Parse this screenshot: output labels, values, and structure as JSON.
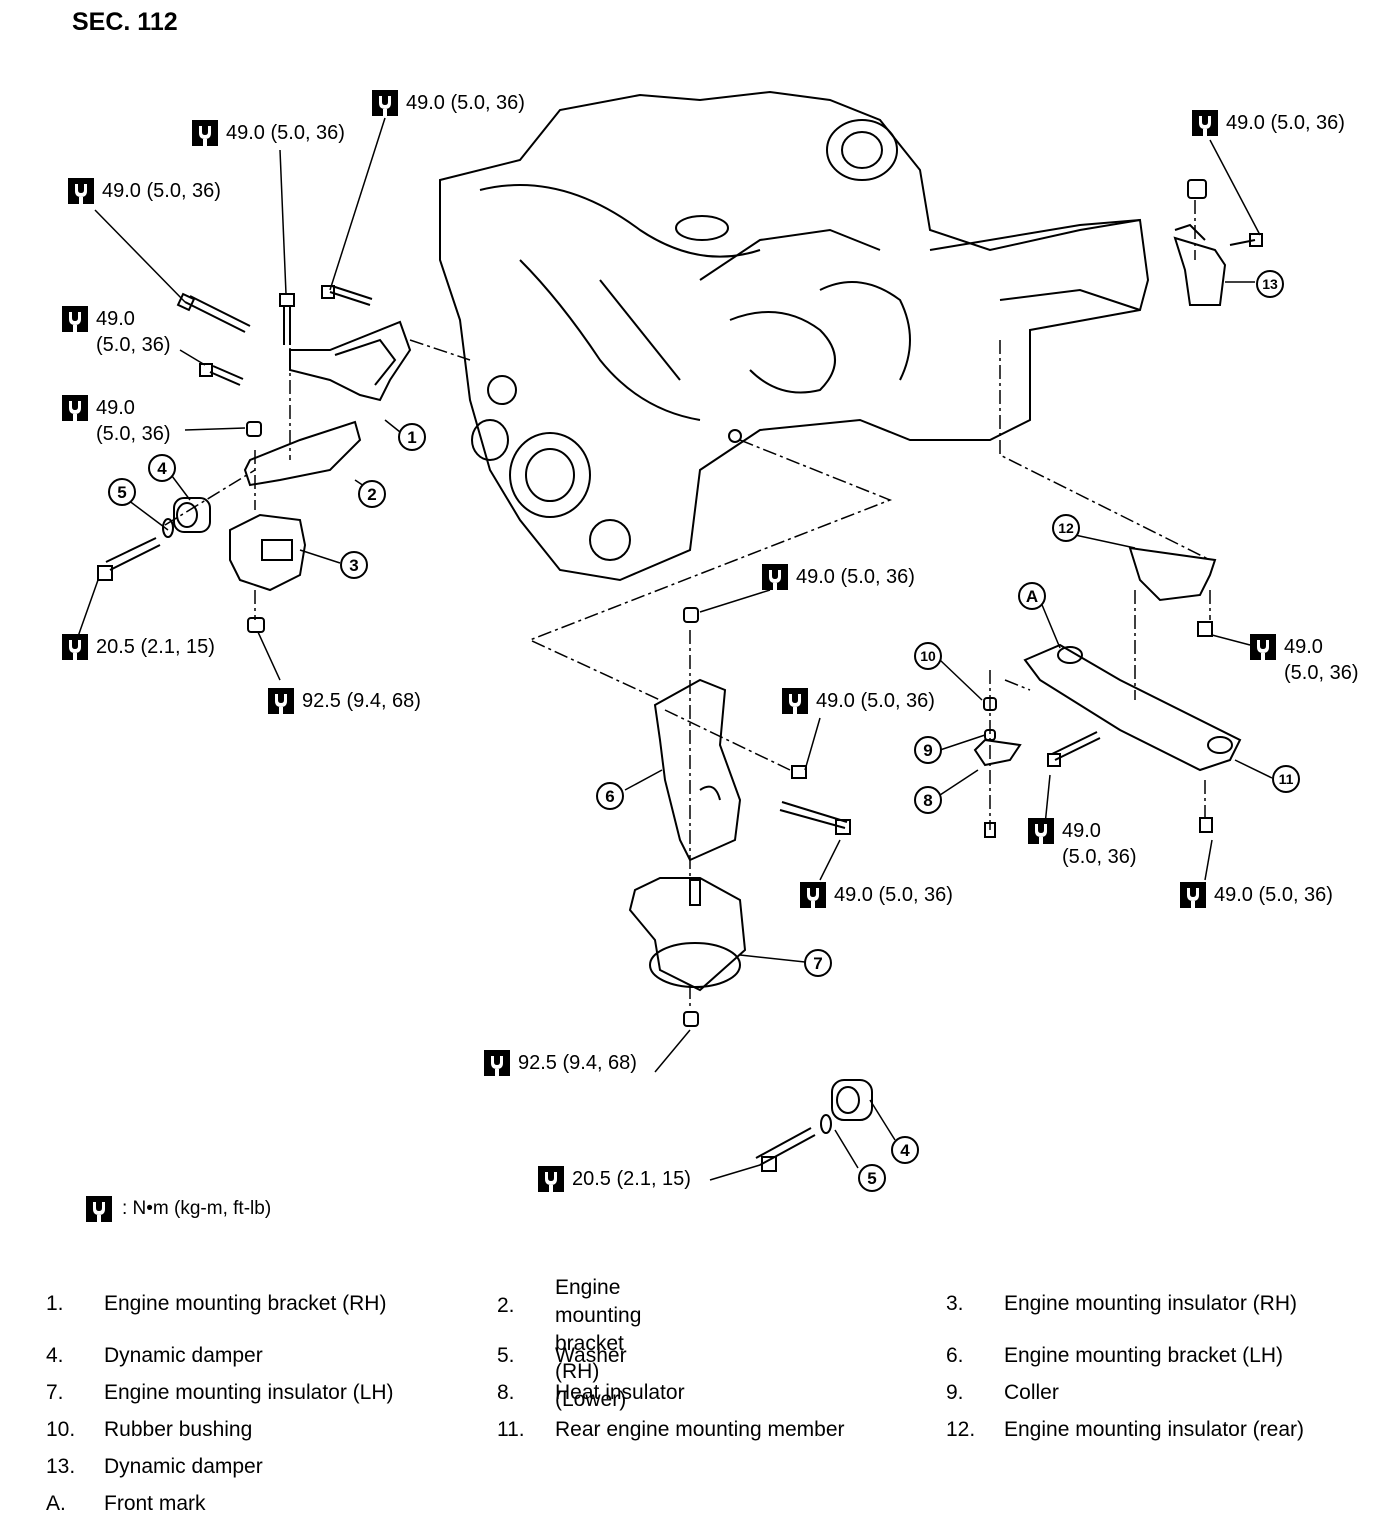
{
  "section": "SEC. 112",
  "torque_labels": [
    {
      "id": "t1",
      "value": "49.0 (5.0, 36)"
    },
    {
      "id": "t2",
      "value": "49.0 (5.0, 36)"
    },
    {
      "id": "t3",
      "value": "49.0 (5.0, 36)"
    },
    {
      "id": "t4",
      "value": "49.0\n(5.0, 36)"
    },
    {
      "id": "t5",
      "value": "49.0\n(5.0, 36)"
    },
    {
      "id": "t6",
      "value": "20.5 (2.1, 15)"
    },
    {
      "id": "t7",
      "value": "92.5 (9.4, 68)"
    },
    {
      "id": "t8",
      "value": "49.0 (5.0, 36)"
    },
    {
      "id": "t9",
      "value": "49.0 (5.0, 36)"
    },
    {
      "id": "t10",
      "value": "49.0 (5.0, 36)"
    },
    {
      "id": "t11",
      "value": "49.0 (5.0, 36)"
    },
    {
      "id": "t12",
      "value": "92.5 (9.4, 68)"
    },
    {
      "id": "t13",
      "value": "20.5 (2.1, 15)"
    },
    {
      "id": "t14",
      "value": "49.0\n(5.0, 36)"
    },
    {
      "id": "t15",
      "value": "49.0\n(5.0, 36)"
    },
    {
      "id": "t16",
      "value": "49.0 (5.0, 36)"
    }
  ],
  "callouts": [
    "1",
    "2",
    "3",
    "4",
    "5",
    "6",
    "7",
    "8",
    "9",
    "10",
    "11",
    "12",
    "13",
    "4",
    "5",
    "A"
  ],
  "legend_unit": ": N•m (kg-m, ft-lb)",
  "parts": [
    {
      "num": "1.",
      "name": "Engine mounting bracket (RH)"
    },
    {
      "num": "2.",
      "name": "Engine mounting bracket (RH)\n(Lower)"
    },
    {
      "num": "3.",
      "name": "Engine mounting insulator (RH)"
    },
    {
      "num": "4.",
      "name": "Dynamic damper"
    },
    {
      "num": "5.",
      "name": "Washer"
    },
    {
      "num": "6.",
      "name": "Engine mounting bracket (LH)"
    },
    {
      "num": "7.",
      "name": "Engine mounting insulator (LH)"
    },
    {
      "num": "8.",
      "name": "Heat insulator"
    },
    {
      "num": "9.",
      "name": "Coller"
    },
    {
      "num": "10.",
      "name": "Rubber bushing"
    },
    {
      "num": "11.",
      "name": "Rear engine mounting member"
    },
    {
      "num": "12.",
      "name": "Engine mounting insulator (rear)"
    },
    {
      "num": "13.",
      "name": "Dynamic damper"
    },
    {
      "num": "A.",
      "name": "Front mark"
    }
  ]
}
